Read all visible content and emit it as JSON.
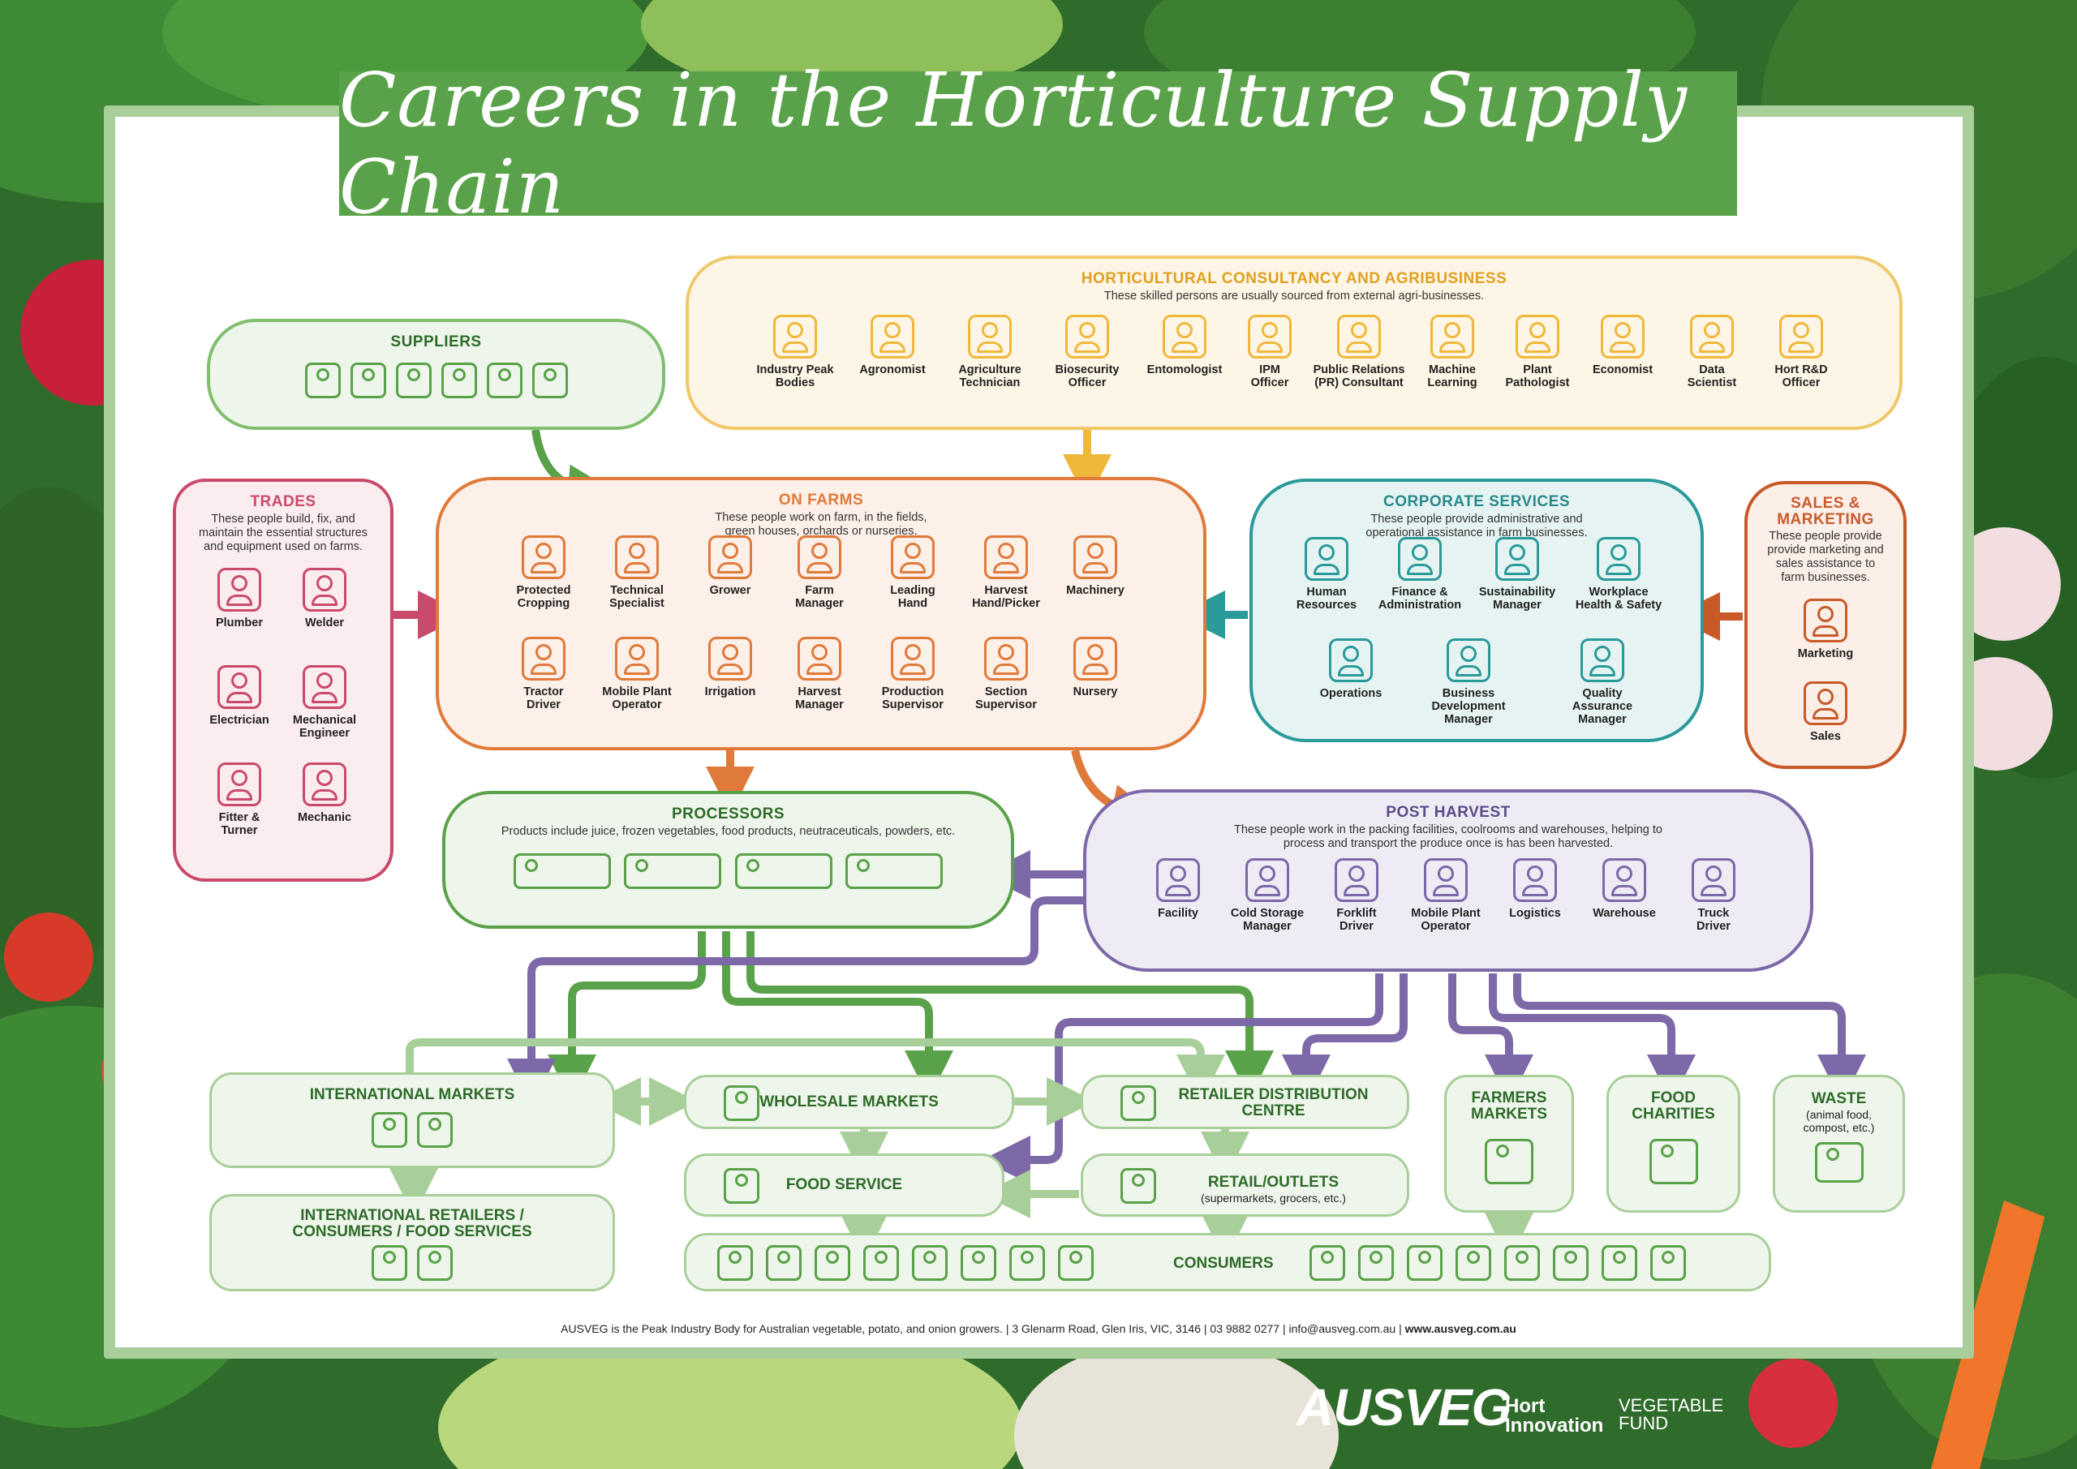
{
  "title": "Careers in the Horticulture Supply Chain",
  "consultancy": {
    "title": "HORTICULTURAL CONSULTANCY AND AGRIBUSINESS",
    "desc": "These skilled persons are usually sourced from external agri-businesses.",
    "items": [
      "Industry Peak\nBodies",
      "Agronomist",
      "Agriculture\nTechnician",
      "Biosecurity\nOfficer",
      "Entomologist",
      "IPM\nOfficer",
      "Public Relations\n(PR) Consultant",
      "Machine\nLearning",
      "Plant\nPathologist",
      "Economist",
      "Data\nScientist",
      "Hort R&D\nOfficer"
    ]
  },
  "suppliers": {
    "title": "SUPPLIERS"
  },
  "trades": {
    "title": "TRADES",
    "desc": "These people build, fix, and maintain the essential structures and equipment used on farms.",
    "items": [
      "Plumber",
      "Welder",
      "Electrician",
      "Mechanical\nEngineer",
      "Fitter &\nTurner",
      "Mechanic"
    ]
  },
  "onfarms": {
    "title": "ON FARMS",
    "desc": "These people work on farm, in the fields, green houses, orchards or nurseries.",
    "items": [
      "Protected\nCropping",
      "Technical\nSpecialist",
      "Grower",
      "Farm\nManager",
      "Leading\nHand",
      "Harvest\nHand/Picker",
      "Machinery",
      "Tractor\nDriver",
      "Mobile Plant\nOperator",
      "Irrigation",
      "Harvest\nManager",
      "Production\nSupervisor",
      "Section\nSupervisor",
      "Nursery"
    ]
  },
  "corporate": {
    "title": "CORPORATE SERVICES",
    "desc": "These people provide administrative and operational assistance in farm businesses.",
    "items": [
      "Human\nResources",
      "Finance &\nAdministration",
      "Sustainability\nManager",
      "Workplace\nHealth & Safety",
      "Operations",
      "Business Development\nManager",
      "Quality Assurance\nManager"
    ]
  },
  "sales": {
    "title": "SALES &\nMARKETING",
    "desc": "These people provide provide marketing and sales assistance to farm businesses.",
    "items": [
      "Marketing",
      "Sales"
    ]
  },
  "processors": {
    "title": "PROCESSORS",
    "desc": "Products include juice, frozen vegetables, food products, neutraceuticals, powders, etc."
  },
  "postharvest": {
    "title": "POST HARVEST",
    "desc": "These people work in the packing facilities, coolrooms and warehouses, helping to process and transport the produce once is has been harvested.",
    "items": [
      "Facility",
      "Cold Storage\nManager",
      "Forklift\nDriver",
      "Mobile Plant\nOperator",
      "Logistics",
      "Warehouse",
      "Truck\nDriver"
    ]
  },
  "markets": {
    "international": "INTERNATIONAL MARKETS",
    "intl_retailers": "INTERNATIONAL RETAILERS /\nCONSUMERS / FOOD SERVICES",
    "wholesale": "WHOLESALE MARKETS",
    "foodservice": "FOOD SERVICE",
    "retailer_dc": "RETAILER DISTRIBUTION\nCENTRE",
    "retail": "RETAIL/OUTLETS",
    "retail_sub": "(supermarkets, grocers, etc.)",
    "farmers": "FARMERS\nMARKETS",
    "charities": "FOOD\nCHARITIES",
    "waste": "WASTE",
    "waste_sub": "(animal food,\ncompost,  etc.)",
    "consumers": "CONSUMERS"
  },
  "footer": {
    "text": "AUSVEG is the Peak Industry Body for Australian vegetable, potato, and onion growers.  |  3 Glenarm Road, Glen Iris, VIC, 3146  |  03 9882 0277  |  info@ausveg.com.au  |  ",
    "url": "www.ausveg.com.au"
  },
  "logos": {
    "ausveg": "AUSVEG",
    "hort": "Hort\nInnovation",
    "fund": "VEGETABLE\nFUND"
  },
  "colors": {
    "green": "#5aa24a",
    "consultancy": "#f0b83a",
    "onfarms": "#e07a3a",
    "trades": "#c94a6a",
    "corporate": "#2a9a9a",
    "sales": "#c85a2a",
    "postharvest": "#7d68a8",
    "processors": "#5aa24a"
  }
}
